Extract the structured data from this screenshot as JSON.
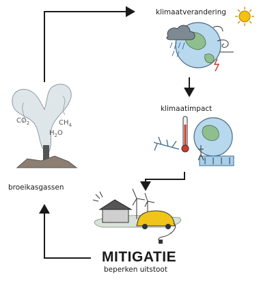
{
  "labels": {
    "climate_change": "klimaatverandering",
    "climate_impact": "klimaatimpact",
    "greenhouse_gases": "broeikasgassen",
    "mitigation": "MITIGATIE",
    "reduce_emissions": "beperken uitstoot"
  },
  "gases": {
    "co2": "CO",
    "co2_sub": "2",
    "ch4": "CH",
    "ch4_sub": "4",
    "h2o": "H",
    "h2o_sub": "2",
    "h2o_tail": "O"
  },
  "colors": {
    "arrow": "#1a1a1a",
    "sun": "#f2b600",
    "earth_water": "#9fc9e6",
    "earth_land": "#7fae7f",
    "smoke": "#c8d2d8",
    "rain": "#6b9fd6",
    "thermometer": "#d23a2a",
    "car": "#f0c419",
    "house_roof": "#555555"
  }
}
